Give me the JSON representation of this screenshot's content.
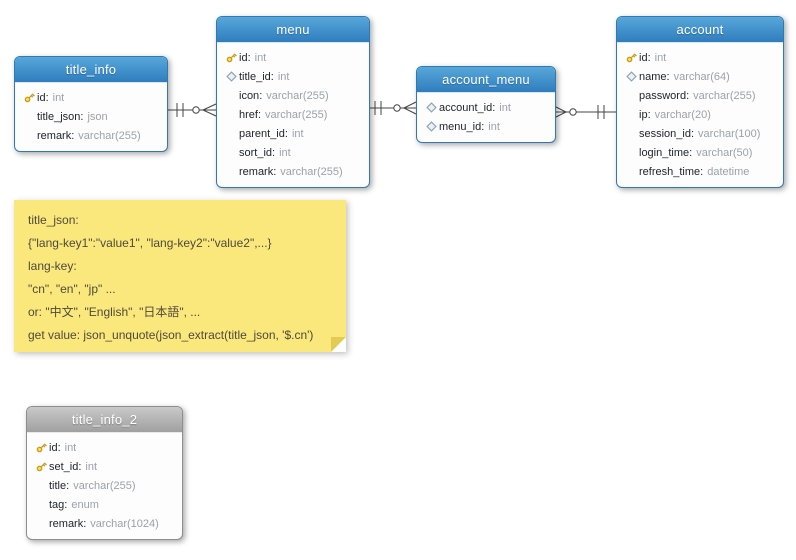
{
  "colors": {
    "table_header_blue": "#3a8bc8",
    "table_header_gray": "#b0b0b0",
    "table_border_blue": "#2d7ab6",
    "note_yellow": "#fbe87d",
    "key_icon_gold": "#c89a1e",
    "column_type_gray": "#99a2aa",
    "connector": "#444444"
  },
  "tables": [
    {
      "name": "title_info",
      "theme": "blue",
      "columns": [
        {
          "icon": "key",
          "name": "id",
          "type": "int"
        },
        {
          "icon": "none",
          "name": "title_json",
          "type": "json"
        },
        {
          "icon": "none",
          "name": "remark",
          "type": "varchar(255)"
        }
      ]
    },
    {
      "name": "menu",
      "theme": "blue",
      "columns": [
        {
          "icon": "key",
          "name": "id",
          "type": "int"
        },
        {
          "icon": "diamond",
          "name": "title_id",
          "type": "int"
        },
        {
          "icon": "none",
          "name": "icon",
          "type": "varchar(255)"
        },
        {
          "icon": "none",
          "name": "href",
          "type": "varchar(255)"
        },
        {
          "icon": "none",
          "name": "parent_id",
          "type": "int"
        },
        {
          "icon": "none",
          "name": "sort_id",
          "type": "int"
        },
        {
          "icon": "none",
          "name": "remark",
          "type": "varchar(255)"
        }
      ]
    },
    {
      "name": "account_menu",
      "theme": "blue",
      "columns": [
        {
          "icon": "diamond",
          "name": "account_id",
          "type": "int"
        },
        {
          "icon": "diamond",
          "name": "menu_id",
          "type": "int"
        }
      ]
    },
    {
      "name": "account",
      "theme": "blue",
      "columns": [
        {
          "icon": "key",
          "name": "id",
          "type": "int"
        },
        {
          "icon": "diamond",
          "name": "name",
          "type": "varchar(64)"
        },
        {
          "icon": "none",
          "name": "password",
          "type": "varchar(255)"
        },
        {
          "icon": "none",
          "name": "ip",
          "type": "varchar(20)"
        },
        {
          "icon": "none",
          "name": "session_id",
          "type": "varchar(100)"
        },
        {
          "icon": "none",
          "name": "login_time",
          "type": "varchar(50)"
        },
        {
          "icon": "none",
          "name": "refresh_time",
          "type": "datetime"
        }
      ]
    },
    {
      "name": "title_info_2",
      "theme": "gray",
      "columns": [
        {
          "icon": "key",
          "name": "id",
          "type": "int"
        },
        {
          "icon": "key",
          "name": "set_id",
          "type": "int"
        },
        {
          "icon": "none",
          "name": "title",
          "type": "varchar(255)"
        },
        {
          "icon": "none",
          "name": "tag",
          "type": "enum"
        },
        {
          "icon": "none",
          "name": "remark",
          "type": "varchar(1024)"
        }
      ]
    }
  ],
  "note": {
    "lines": [
      "title_json:",
      "{\"lang-key1\":\"value1\", \"lang-key2\":\"value2\",...}",
      "lang-key:",
      "\"cn\", \"en\", \"jp\" ...",
      "or: \"中文\", \"English\", \"日本語\", ...",
      "get value: json_unquote(json_extract(title_json, '$.cn')"
    ]
  },
  "relationships": [
    {
      "from": "title_info",
      "to": "menu",
      "from_cardinality": "1",
      "to_cardinality": "0..n"
    },
    {
      "from": "menu",
      "to": "account_menu",
      "from_cardinality": "1",
      "to_cardinality": "0..n"
    },
    {
      "from": "account",
      "to": "account_menu",
      "from_cardinality": "1",
      "to_cardinality": "0..n"
    }
  ]
}
